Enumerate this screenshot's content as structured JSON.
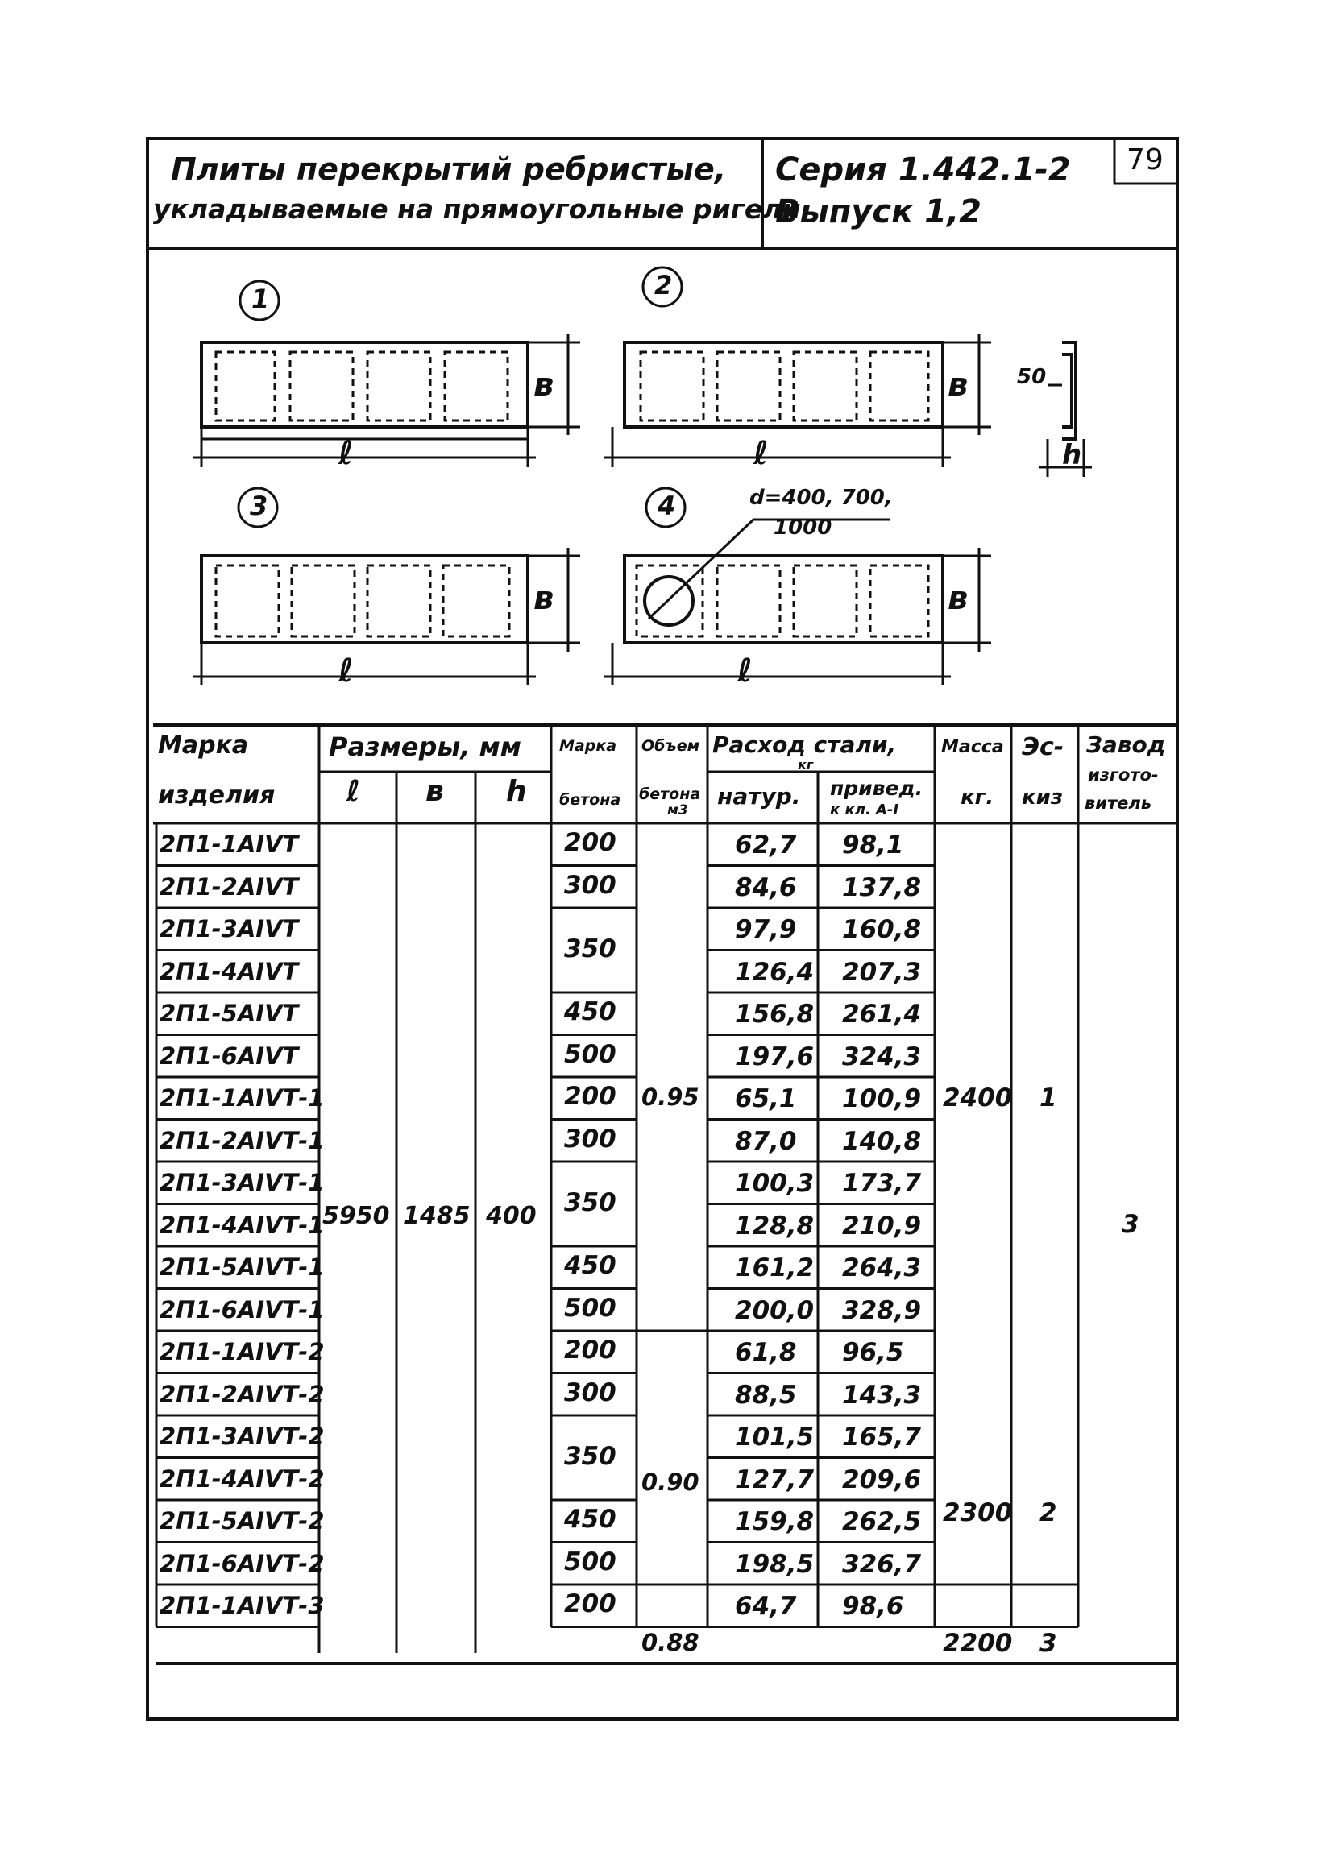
{
  "header": {
    "title_line1": "Плиты перекрытий ребристые,",
    "title_line2": "укладываемые на прямоугольные ригели",
    "series": "Серия 1.442.1-2",
    "issue": "Выпуск 1,2",
    "page_number": "79"
  },
  "sketches": {
    "numbers": [
      "1",
      "2",
      "3",
      "4"
    ],
    "dim_l": "ℓ",
    "dim_b": "в",
    "dim_h": "h",
    "dim_50": "50",
    "hole_line1": "d=400, 700,",
    "hole_line2": "1000"
  },
  "table": {
    "headers": {
      "mark_line1": "Марка",
      "mark_line2": "изделия",
      "sizes": "Размеры, мм",
      "l": "ℓ",
      "b": "в",
      "h": "h",
      "concrete_grade_line1": "Марка",
      "concrete_grade_line2": "бетона",
      "concrete_vol_line1": "Объем",
      "concrete_vol_line2": "бетона",
      "concrete_vol_unit": "м3",
      "steel": "Расход стали,",
      "steel_unit": "кг",
      "steel_actual": "натур.",
      "steel_reduced_line1": "привед.",
      "steel_reduced_line2": "к кл. А-I",
      "mass_line1": "Масса",
      "mass_line2": "кг.",
      "sketch_line1": "Эс-",
      "sketch_line2": "киз",
      "plant_line1": "Завод",
      "plant_line2": "изгото-",
      "plant_line3": "витель"
    },
    "merged": {
      "l": "5950",
      "b": "1485",
      "h": "400",
      "vol_1": "0.95",
      "vol_2": "0.90",
      "vol_3": "0.88",
      "mass_1": "2400",
      "mass_2": "2300",
      "mass_3": "2200",
      "sketch_1": "1",
      "sketch_2": "2",
      "sketch_3": "3",
      "plant": "3"
    },
    "grades": [
      {
        "value": "200",
        "rows": 1
      },
      {
        "value": "300",
        "rows": 1
      },
      {
        "value": "350",
        "rows": 2
      },
      {
        "value": "450",
        "rows": 1
      },
      {
        "value": "500",
        "rows": 1
      },
      {
        "value": "200",
        "rows": 1
      },
      {
        "value": "300",
        "rows": 1
      },
      {
        "value": "350",
        "rows": 2
      },
      {
        "value": "450",
        "rows": 1
      },
      {
        "value": "500",
        "rows": 1
      },
      {
        "value": "200",
        "rows": 1
      },
      {
        "value": "300",
        "rows": 1
      },
      {
        "value": "350",
        "rows": 2
      },
      {
        "value": "450",
        "rows": 1
      },
      {
        "value": "500",
        "rows": 1
      },
      {
        "value": "200",
        "rows": 1
      }
    ],
    "rows": [
      {
        "mark": "2П1-1АIVТ",
        "actual": "62,7",
        "reduced": "98,1"
      },
      {
        "mark": "2П1-2АIVТ",
        "actual": "84,6",
        "reduced": "137,8"
      },
      {
        "mark": "2П1-3АIVТ",
        "actual": "97,9",
        "reduced": "160,8"
      },
      {
        "mark": "2П1-4АIVТ",
        "actual": "126,4",
        "reduced": "207,3"
      },
      {
        "mark": "2П1-5АIVТ",
        "actual": "156,8",
        "reduced": "261,4"
      },
      {
        "mark": "2П1-6АIVТ",
        "actual": "197,6",
        "reduced": "324,3"
      },
      {
        "mark": "2П1-1АIVТ-1",
        "actual": "65,1",
        "reduced": "100,9"
      },
      {
        "mark": "2П1-2АIVТ-1",
        "actual": "87,0",
        "reduced": "140,8"
      },
      {
        "mark": "2П1-3АIVТ-1",
        "actual": "100,3",
        "reduced": "173,7"
      },
      {
        "mark": "2П1-4АIVТ-1",
        "actual": "128,8",
        "reduced": "210,9"
      },
      {
        "mark": "2П1-5АIVТ-1",
        "actual": "161,2",
        "reduced": "264,3"
      },
      {
        "mark": "2П1-6АIVТ-1",
        "actual": "200,0",
        "reduced": "328,9"
      },
      {
        "mark": "2П1-1АIVТ-2",
        "actual": "61,8",
        "reduced": "96,5"
      },
      {
        "mark": "2П1-2АIVТ-2",
        "actual": "88,5",
        "reduced": "143,3"
      },
      {
        "mark": "2П1-3АIVТ-2",
        "actual": "101,5",
        "reduced": "165,7"
      },
      {
        "mark": "2П1-4АIVТ-2",
        "actual": "127,7",
        "reduced": "209,6"
      },
      {
        "mark": "2П1-5АIVТ-2",
        "actual": "159,8",
        "reduced": "262,5"
      },
      {
        "mark": "2П1-6АIVТ-2",
        "actual": "198,5",
        "reduced": "326,7"
      },
      {
        "mark": "2П1-1АIVТ-3",
        "actual": "64,7",
        "reduced": "98,6"
      }
    ]
  }
}
